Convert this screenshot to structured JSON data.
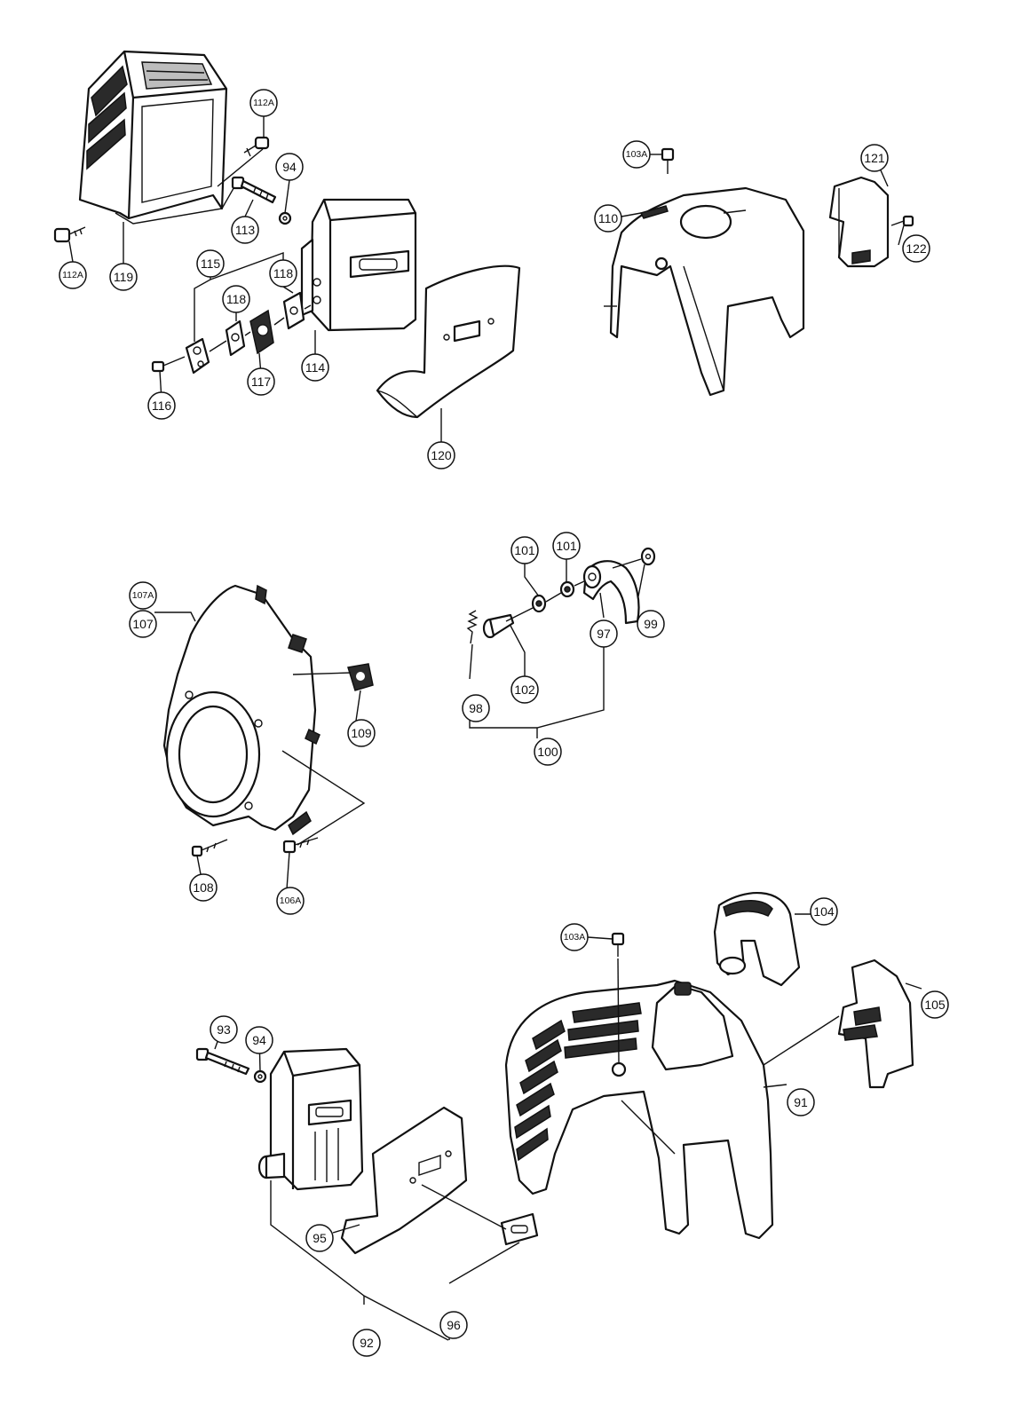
{
  "callouts": [
    {
      "id": "c112A_top",
      "label": "112A"
    },
    {
      "id": "c94_top",
      "label": "94"
    },
    {
      "id": "c113",
      "label": "113"
    },
    {
      "id": "c119",
      "label": "119"
    },
    {
      "id": "c112A_bot",
      "label": "112A"
    },
    {
      "id": "c115",
      "label": "115"
    },
    {
      "id": "c118a",
      "label": "118"
    },
    {
      "id": "c118b",
      "label": "118"
    },
    {
      "id": "c116",
      "label": "116"
    },
    {
      "id": "c117",
      "label": "117"
    },
    {
      "id": "c114",
      "label": "114"
    },
    {
      "id": "c120",
      "label": "120"
    },
    {
      "id": "c103A_top",
      "label": "103A"
    },
    {
      "id": "c110",
      "label": "110"
    },
    {
      "id": "c121",
      "label": "121"
    },
    {
      "id": "c122",
      "label": "122"
    },
    {
      "id": "c107A",
      "label": "107A"
    },
    {
      "id": "c107",
      "label": "107"
    },
    {
      "id": "c109",
      "label": "109"
    },
    {
      "id": "c108",
      "label": "108"
    },
    {
      "id": "c106A",
      "label": "106A"
    },
    {
      "id": "c101a",
      "label": "101"
    },
    {
      "id": "c101b",
      "label": "101"
    },
    {
      "id": "c99",
      "label": "99"
    },
    {
      "id": "c97",
      "label": "97"
    },
    {
      "id": "c102",
      "label": "102"
    },
    {
      "id": "c98",
      "label": "98"
    },
    {
      "id": "c100",
      "label": "100"
    },
    {
      "id": "c103A_bot",
      "label": "103A"
    },
    {
      "id": "c104",
      "label": "104"
    },
    {
      "id": "c105",
      "label": "105"
    },
    {
      "id": "c91",
      "label": "91"
    },
    {
      "id": "c93",
      "label": "93"
    },
    {
      "id": "c94_bot",
      "label": "94"
    },
    {
      "id": "c95",
      "label": "95"
    },
    {
      "id": "c96",
      "label": "96"
    },
    {
      "id": "c92",
      "label": "92"
    }
  ]
}
